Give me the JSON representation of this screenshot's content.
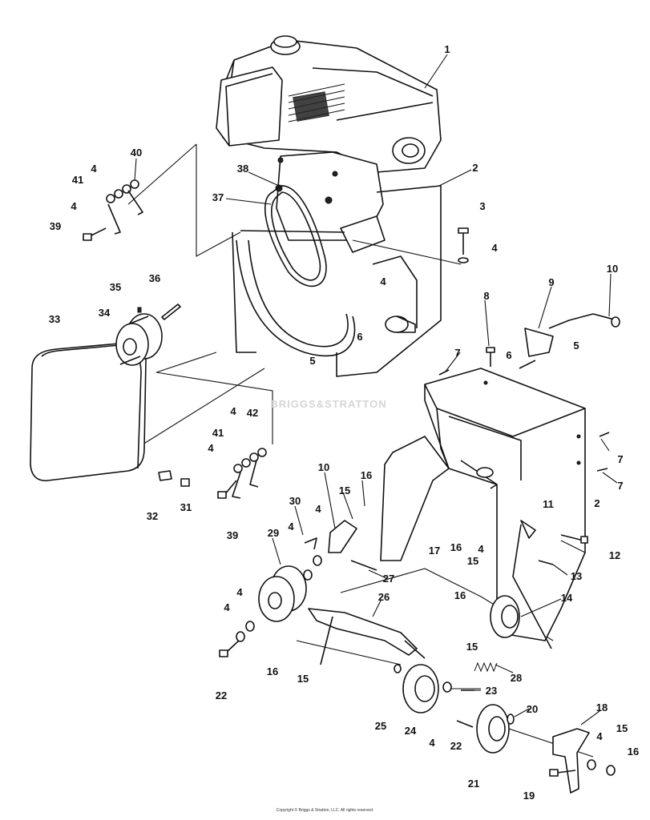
{
  "watermark": "BRIGGS&STRATTON",
  "copyright": "Copyright © Briggs & Stratton, LLC. All rights reserved.",
  "parts": [
    {
      "id": "p1",
      "label": "1"
    },
    {
      "id": "p2a",
      "label": "2"
    },
    {
      "id": "p2b",
      "label": "2"
    },
    {
      "id": "p3",
      "label": "3"
    },
    {
      "id": "p4a",
      "label": "4"
    },
    {
      "id": "p4b",
      "label": "4"
    },
    {
      "id": "p4c",
      "label": "4"
    },
    {
      "id": "p4d",
      "label": "4"
    },
    {
      "id": "p4e",
      "label": "4"
    },
    {
      "id": "p4f",
      "label": "4"
    },
    {
      "id": "p4g",
      "label": "4"
    },
    {
      "id": "p4h",
      "label": "4"
    },
    {
      "id": "p4i",
      "label": "4"
    },
    {
      "id": "p4j",
      "label": "4"
    },
    {
      "id": "p4k",
      "label": "4"
    },
    {
      "id": "p4l",
      "label": "4"
    },
    {
      "id": "p4m",
      "label": "4"
    },
    {
      "id": "p5a",
      "label": "5"
    },
    {
      "id": "p5b",
      "label": "5"
    },
    {
      "id": "p6a",
      "label": "6"
    },
    {
      "id": "p6b",
      "label": "6"
    },
    {
      "id": "p7a",
      "label": "7"
    },
    {
      "id": "p7b",
      "label": "7"
    },
    {
      "id": "p7c",
      "label": "7"
    },
    {
      "id": "p8",
      "label": "8"
    },
    {
      "id": "p9",
      "label": "9"
    },
    {
      "id": "p10a",
      "label": "10"
    },
    {
      "id": "p10b",
      "label": "10"
    },
    {
      "id": "p11",
      "label": "11"
    },
    {
      "id": "p12",
      "label": "12"
    },
    {
      "id": "p13",
      "label": "13"
    },
    {
      "id": "p14",
      "label": "14"
    },
    {
      "id": "p15a",
      "label": "15"
    },
    {
      "id": "p15b",
      "label": "15"
    },
    {
      "id": "p15c",
      "label": "15"
    },
    {
      "id": "p15d",
      "label": "15"
    },
    {
      "id": "p15e",
      "label": "15"
    },
    {
      "id": "p16a",
      "label": "16"
    },
    {
      "id": "p16b",
      "label": "16"
    },
    {
      "id": "p16c",
      "label": "16"
    },
    {
      "id": "p16d",
      "label": "16"
    },
    {
      "id": "p16e",
      "label": "16"
    },
    {
      "id": "p17",
      "label": "17"
    },
    {
      "id": "p18",
      "label": "18"
    },
    {
      "id": "p19",
      "label": "19"
    },
    {
      "id": "p20",
      "label": "20"
    },
    {
      "id": "p21",
      "label": "21"
    },
    {
      "id": "p22a",
      "label": "22"
    },
    {
      "id": "p22b",
      "label": "22"
    },
    {
      "id": "p23",
      "label": "23"
    },
    {
      "id": "p24",
      "label": "24"
    },
    {
      "id": "p25",
      "label": "25"
    },
    {
      "id": "p26",
      "label": "26"
    },
    {
      "id": "p27",
      "label": "27"
    },
    {
      "id": "p28",
      "label": "28"
    },
    {
      "id": "p29",
      "label": "29"
    },
    {
      "id": "p30",
      "label": "30"
    },
    {
      "id": "p31",
      "label": "31"
    },
    {
      "id": "p32",
      "label": "32"
    },
    {
      "id": "p33",
      "label": "33"
    },
    {
      "id": "p34",
      "label": "34"
    },
    {
      "id": "p35",
      "label": "35"
    },
    {
      "id": "p36",
      "label": "36"
    },
    {
      "id": "p37",
      "label": "37"
    },
    {
      "id": "p38",
      "label": "38"
    },
    {
      "id": "p39a",
      "label": "39"
    },
    {
      "id": "p39b",
      "label": "39"
    },
    {
      "id": "p40",
      "label": "40"
    },
    {
      "id": "p41a",
      "label": "41"
    },
    {
      "id": "p41b",
      "label": "41"
    },
    {
      "id": "p42",
      "label": "42"
    }
  ]
}
